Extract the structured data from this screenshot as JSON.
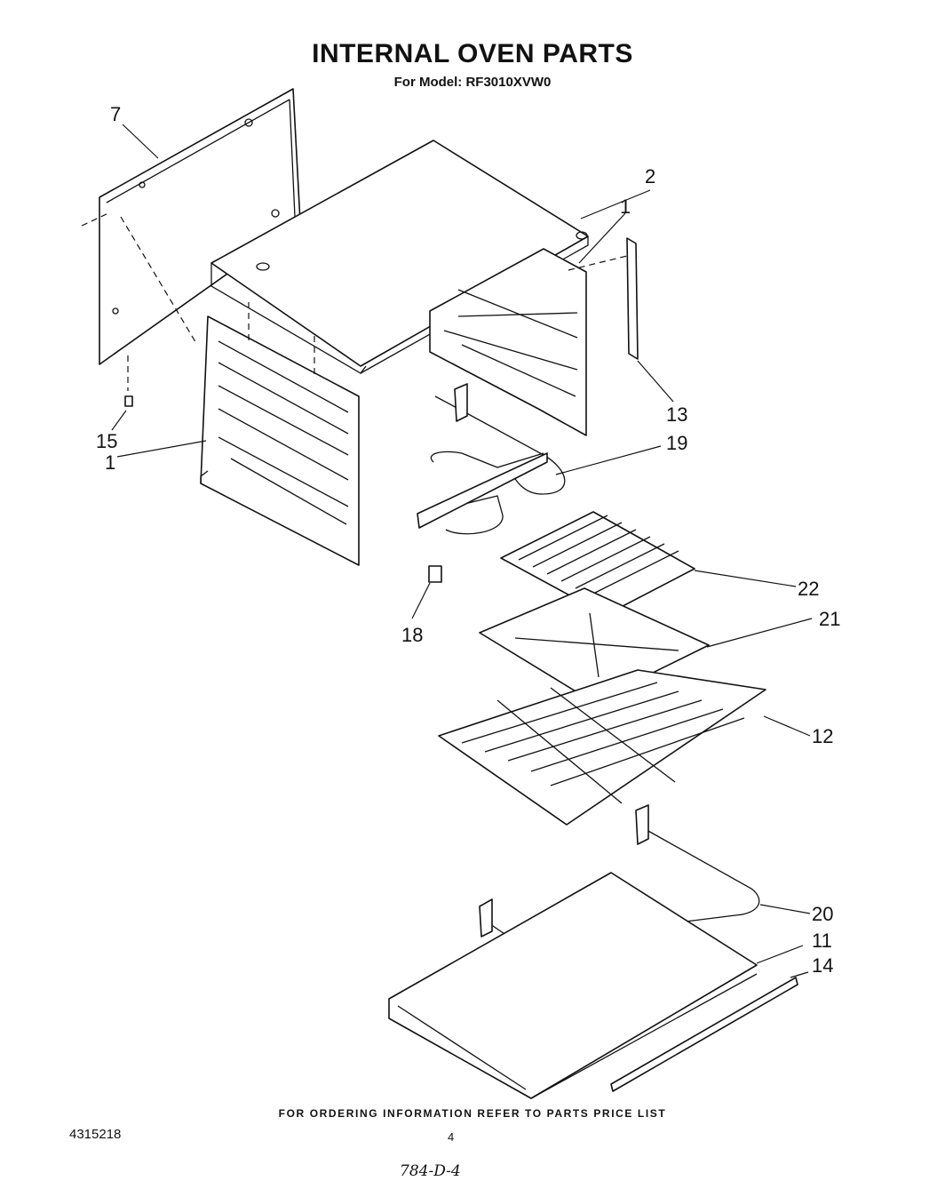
{
  "header": {
    "title": "INTERNAL OVEN PARTS",
    "subtitle": "For Model: RF3010XVW0"
  },
  "callouts": [
    "7",
    "2",
    "1",
    "13",
    "19",
    "15",
    "1",
    "22",
    "21",
    "18",
    "12",
    "20",
    "11",
    "14"
  ],
  "footer": {
    "ordering_note": "FOR ORDERING INFORMATION REFER TO PARTS PRICE LIST",
    "document_number": "4315218",
    "page_number": "4",
    "handwritten_note": "784-D-4"
  }
}
